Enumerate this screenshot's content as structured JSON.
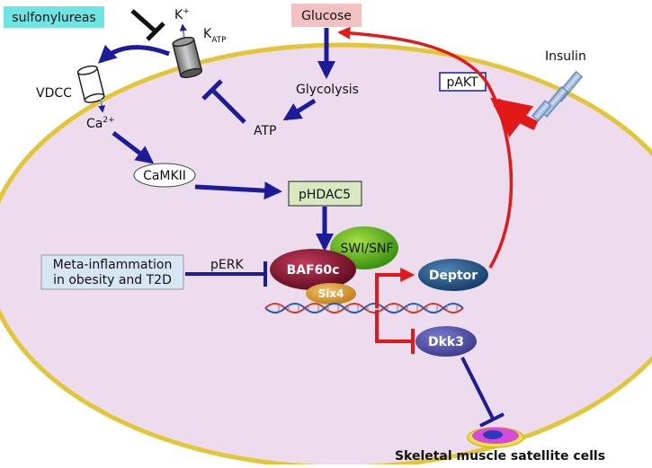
{
  "labels": {
    "sulfonylureas": "sulfonylureas",
    "k_plus": "K",
    "k_plus_sup": "+",
    "katp_k": "K",
    "katp_sub": "ATP",
    "vdcc": "VDCC",
    "ca": "Ca",
    "ca_sup": "2+",
    "glucose": "Glucose",
    "glycolysis": "Glycolysis",
    "atp": "ATP",
    "insulin": "Insulin",
    "pakt": "pAKT",
    "camkii": "CaMKII",
    "phdac5": "pHDAC5",
    "swisnf": "SWI/SNF",
    "baf60c": "BAF60c",
    "six4": "Six4",
    "perk": "pERK",
    "meta_line1": "Meta-inflammation",
    "meta_line2": "in obesity and T2D",
    "deptor": "Deptor",
    "dkk3": "Dkk3",
    "satellite": "Skeletal muscle satellite cells"
  },
  "colors": {
    "cell_fill": "#ecdcee",
    "cell_border": "#e3c53a",
    "activation_blue": "#1c1c9a",
    "activation_red": "#e11919",
    "inhibition_black": "#111111",
    "sulfonylureas_box": "#6fe5e3",
    "glucose_box": "#f3c1c1",
    "phdac5_box": "#d8e8c0",
    "meta_box": "#d6e6f5"
  }
}
